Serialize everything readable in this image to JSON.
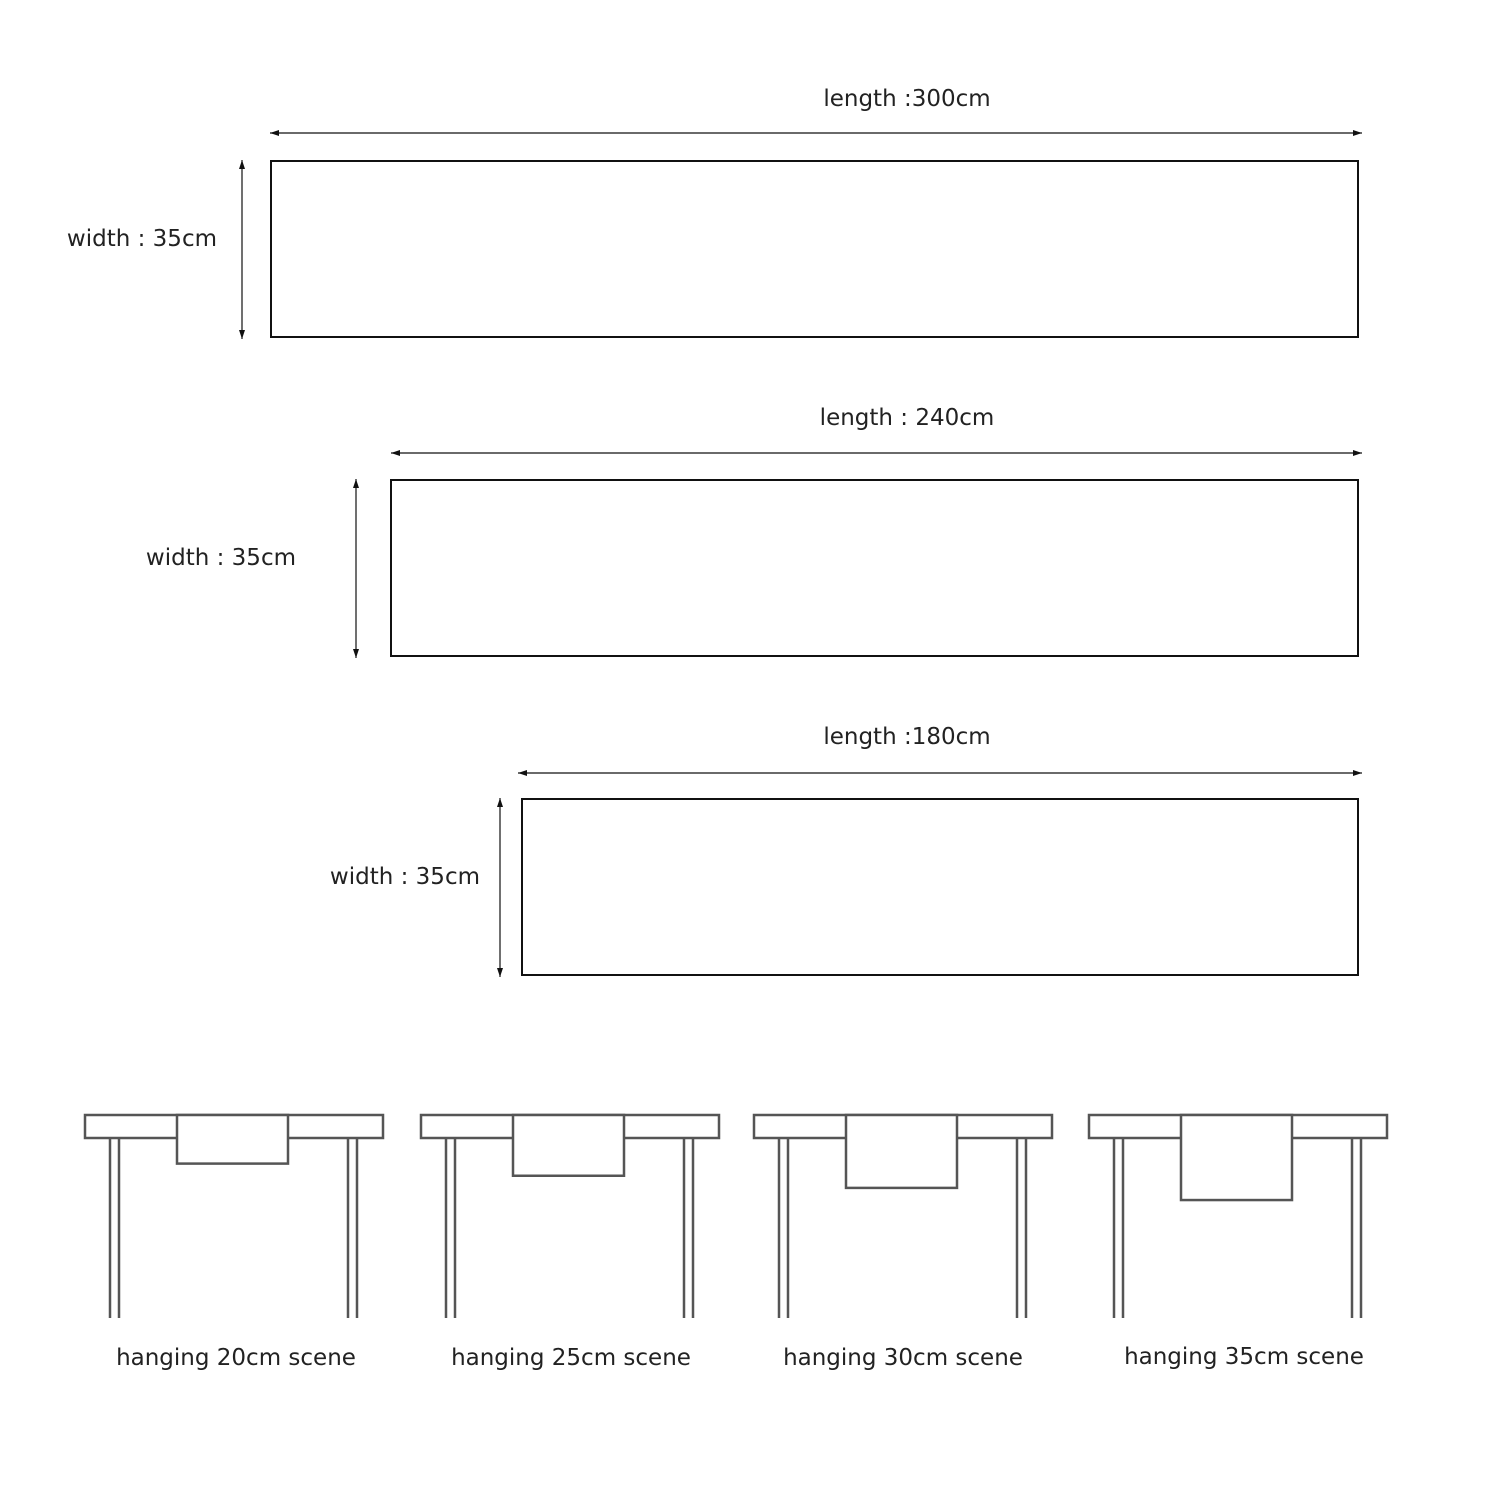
{
  "runners": [
    {
      "length_label": "length :300cm",
      "width_label": "width : 35cm",
      "length_cm": 300,
      "width_cm": 35
    },
    {
      "length_label": "length : 240cm",
      "width_label": "width : 35cm",
      "length_cm": 240,
      "width_cm": 35
    },
    {
      "length_label": "length :180cm",
      "width_label": "width : 35cm",
      "length_cm": 180,
      "width_cm": 35
    }
  ],
  "scenes": [
    {
      "label": "hanging 20cm scene",
      "hang_cm": 20
    },
    {
      "label": "hanging 25cm scene",
      "hang_cm": 25
    },
    {
      "label": "hanging 30cm scene",
      "hang_cm": 30
    },
    {
      "label": "hanging 35cm scene",
      "hang_cm": 35
    }
  ],
  "colors": {
    "line": "#111111",
    "scene_line": "#555555",
    "text": "#222222"
  }
}
